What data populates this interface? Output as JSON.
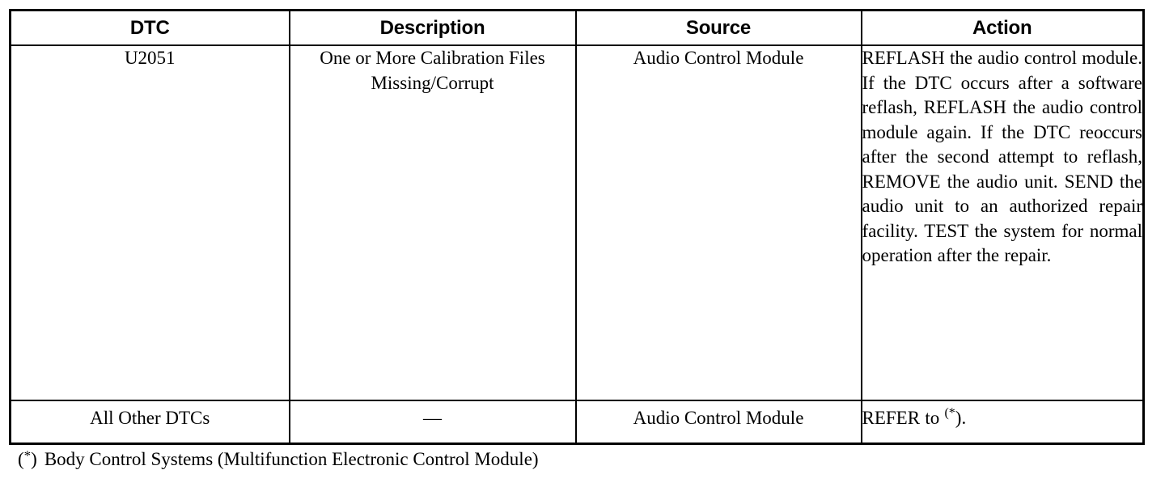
{
  "table": {
    "columns": [
      {
        "key": "dtc",
        "label": "DTC"
      },
      {
        "key": "description",
        "label": "Description"
      },
      {
        "key": "source",
        "label": "Source"
      },
      {
        "key": "action",
        "label": "Action"
      }
    ],
    "rows": [
      {
        "dtc": "U2051",
        "description": "One or More Calibration Files Missing/Corrupt",
        "source": "Audio Control Module",
        "action": "REFLASH the audio control module. If the DTC occurs after a software reflash, REFLASH the audio control module again. If the DTC reoccurs after the second attempt to reflash, REMOVE the audio unit. SEND the audio unit to an authorized repair facility. TEST the system for normal operation after the repair."
      },
      {
        "dtc": "All Other DTCs",
        "description": "—",
        "source": "Audio Control Module",
        "action_prefix": "REFER to ",
        "action_marker_open": "(",
        "action_marker_star": "*",
        "action_marker_close": ").",
        "action": "REFER to (*)."
      }
    ]
  },
  "footnote": {
    "marker_open": "(",
    "marker_star": "*",
    "marker_close": ")",
    "text": "Body Control Systems (Multifunction Electronic Control Module)",
    "full": "(*) Body Control Systems (Multifunction Electronic Control Module)"
  },
  "colors": {
    "text": "#000000",
    "background": "#ffffff",
    "border": "#000000"
  }
}
